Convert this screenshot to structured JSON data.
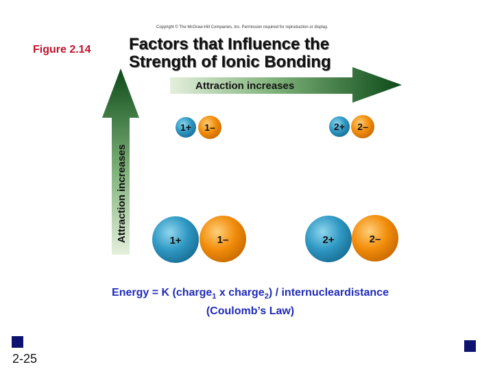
{
  "copyright": "Copyright © The McGraw-Hill Companies, Inc. Permission required for reproduction or display.",
  "figure_label": "Figure 2.14",
  "title": {
    "line1": "Factors that Influence the",
    "line2": "Strength of Ionic Bonding"
  },
  "arrows": {
    "horizontal_label": "Attraction increases",
    "vertical_label": "Attraction increases"
  },
  "ions": {
    "small_left": {
      "cation": "1+",
      "anion": "1–"
    },
    "small_right": {
      "cation": "2+",
      "anion": "2–"
    },
    "large_left": {
      "cation": "1+",
      "anion": "1–"
    },
    "large_right": {
      "cation": "2+",
      "anion": "2–"
    }
  },
  "equation": {
    "prefix": "Energy = K (charge",
    "sub1": "1",
    "middle": " x charge",
    "sub2": "2",
    "suffix": ") / internucleardistance",
    "line2": "(Coulomb’s Law)"
  },
  "slide_number": "2-25",
  "colors": {
    "cation": "#2f98c3",
    "anion": "#f28d0c",
    "arrow_dark": "#0c4a18",
    "arrow_light": "#d9e9cf",
    "figure_label": "#c0102a",
    "equation": "#1f2bb5",
    "square": "#0d1270"
  }
}
